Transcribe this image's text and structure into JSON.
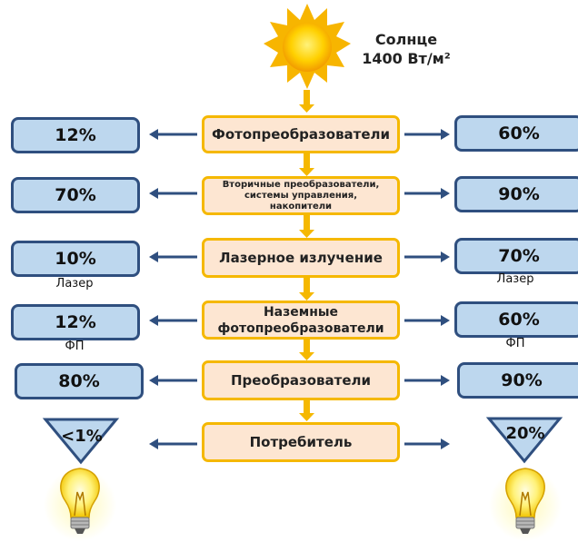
{
  "sun": {
    "name": "Солнце",
    "power": "1400 Вт/м²"
  },
  "stages": [
    {
      "label": "Фотопреобразователи",
      "left_value": "12%",
      "right_value": "60%",
      "left_note": "",
      "right_note": ""
    },
    {
      "label": "Вторичные преобразователи, системы управления, накопители",
      "left_value": "70%",
      "right_value": "90%",
      "left_note": "",
      "right_note": ""
    },
    {
      "label": "Лазерное излучение",
      "left_value": "10%",
      "right_value": "70%",
      "left_note": "Лазер",
      "right_note": "Лазер"
    },
    {
      "label": "Наземные фотопреобразователи",
      "left_value": "12%",
      "right_value": "60%",
      "left_note": "ФП",
      "right_note": "ФП"
    },
    {
      "label": "Преобразователи",
      "left_value": "80%",
      "right_value": "90%",
      "left_note": "",
      "right_note": ""
    },
    {
      "label": "Потребитель",
      "left_value": "<1%",
      "right_value": "20%",
      "left_note": "",
      "right_note": ""
    }
  ],
  "colors": {
    "box_fill": "#fde6d2",
    "box_border": "#f5b800",
    "side_fill": "#bdd7ee",
    "side_border": "#2f4f7f",
    "arrow": "#2f4f7f"
  },
  "icons": [
    "sun-icon",
    "lightbulb-icon"
  ]
}
